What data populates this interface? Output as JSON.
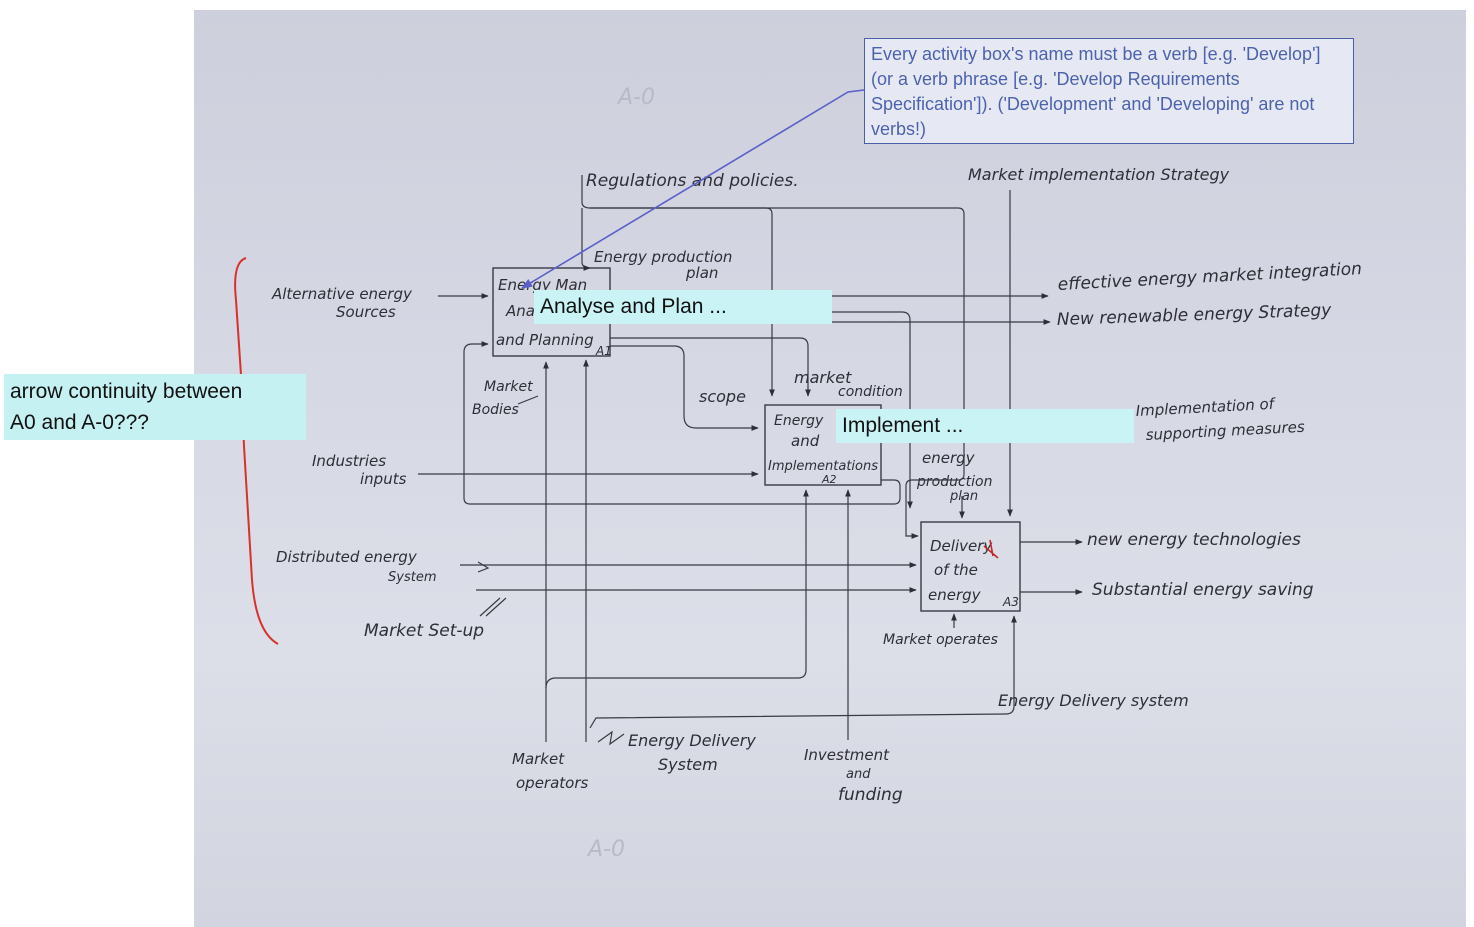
{
  "note": {
    "text": "Every activity box's name must be a verb [e.g. 'Develop'] (or a verb phrase [e.g. 'Develop Requirements Specification']). ('Development' and 'Developing' are not verbs!)"
  },
  "overlays": {
    "analyse": "Analyse and Plan ...",
    "implement": "Implement ...",
    "continuity_line1": "arrow continuity between",
    "continuity_line2": "A0 and A-0???"
  },
  "faint_marks": {
    "top": "A-0",
    "bottom": "A-0"
  },
  "activities": {
    "a1_line1": "Energy Man",
    "a1_line2": "Ana",
    "a1_line3": "and Planning",
    "a1_tag": "A1",
    "a2_line1": "Energy",
    "a2_line2": "and",
    "a2_line3": "Implementations",
    "a2_tag": "A2",
    "a3_line1": "Delivery",
    "a3_line2": "of the",
    "a3_line3": "energy",
    "a3_tag": "A3"
  },
  "controls": {
    "regulations": "Regulations and policies.",
    "market_strategy": "Market implementation Strategy",
    "energy_plan_line1": "Energy production",
    "energy_plan_line2": "plan",
    "market_cond_line1": "market",
    "market_cond_line2": "condition",
    "scope": "scope",
    "market_bodies_line1": "Market",
    "market_bodies_line2": "Bodies",
    "prod_plan_line1": "energy",
    "prod_plan_line2": "production",
    "prod_plan_line3": "plan"
  },
  "inputs": {
    "alt_line1": "Alternative energy",
    "alt_line2": "Sources",
    "industries_line1": "Industries",
    "industries_line2": "inputs",
    "distributed_line1": "Distributed energy",
    "distributed_line2": "System",
    "market_setup": "Market Set-up"
  },
  "outputs": {
    "effective": "effective energy market integration",
    "renewable": "New renewable energy Strategy",
    "impl_line1": "Implementation of",
    "impl_line2": "supporting measures",
    "new_tech": "new energy technologies",
    "saving": "Substantial energy saving"
  },
  "mechanisms": {
    "market_operators_box": "Market operates",
    "delivery_system_right": "Energy Delivery system",
    "operators_line1": "Market",
    "operators_line2": "operators",
    "delivery_line1": "Energy Delivery",
    "delivery_line2": "System",
    "investment_line1": "Investment",
    "investment_line2": "and",
    "investment_line3": "funding"
  },
  "colors": {
    "note_border": "#4a5fa8",
    "note_text": "#4d62ad",
    "band": "#c9f3f5",
    "brace": "#d9302c",
    "ink": "#2e2e36",
    "pointer": "#5b5fc8"
  }
}
